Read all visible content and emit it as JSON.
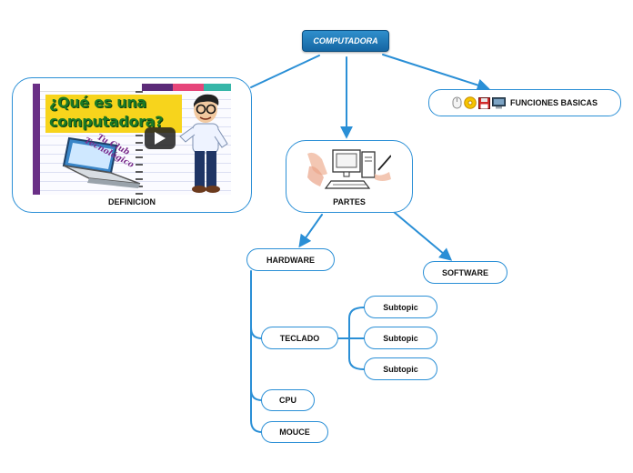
{
  "root": {
    "label": "COMPUTADORA"
  },
  "definicion": {
    "label": "DEFINICION",
    "video": {
      "title_line1": "¿Qué es una",
      "title_line2": "computadora?",
      "brand_line1": "Tu Club",
      "brand_line2": "Tecnológico",
      "play_icon": "play-icon"
    }
  },
  "funciones": {
    "label": "FUNCIONES BASICAS",
    "icons": [
      "mouse-icon",
      "cd-icon",
      "floppy-disk-icon",
      "monitor-icon"
    ]
  },
  "partes": {
    "label": "PARTES",
    "image": "computer-sketch-icon"
  },
  "hardware": {
    "label": "HARDWARE",
    "children": [
      {
        "label": "TECLADO",
        "subtopics": [
          "Subtopic",
          "Subtopic",
          "Subtopic"
        ]
      },
      {
        "label": "CPU"
      },
      {
        "label": "MOUCE"
      }
    ]
  },
  "software": {
    "label": "SOFTWARE"
  },
  "colors": {
    "line": "#2a8fd6",
    "root_bg": "#1e78b8",
    "video_frame": "#6a2f86",
    "banner": "#f7d41c"
  }
}
